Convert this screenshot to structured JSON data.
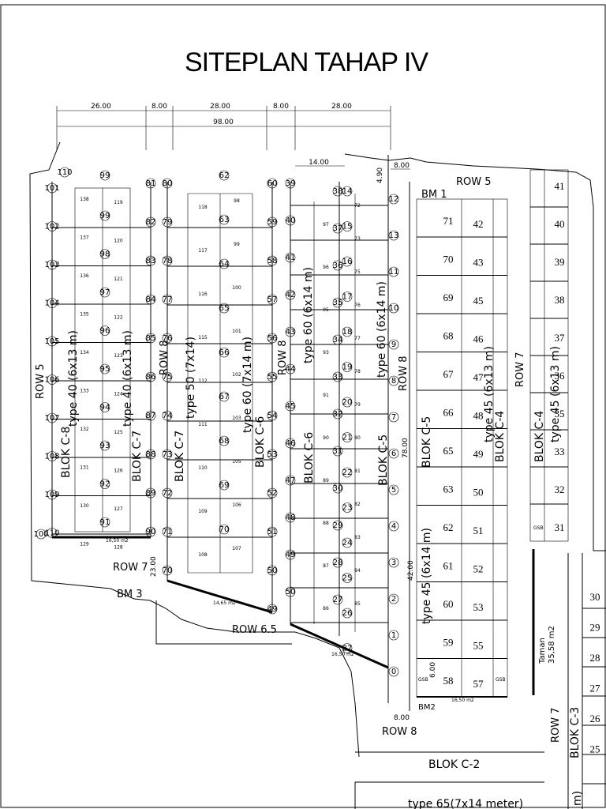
{
  "title": "SITEPLAN TAHAP IV",
  "dimensions": {
    "top": [
      "26.00",
      "8.00",
      "28.00",
      "8.00",
      "28.00"
    ],
    "total": "98.00",
    "d14": "14.00",
    "d490": "4.90",
    "d800a": "8.00",
    "d800b": "8.00",
    "d7800": "78.00",
    "d4200": "42.00",
    "d600": "6.00",
    "d2300": "23.00"
  },
  "labels": {
    "row5_top": "ROW 5",
    "row5_left": "ROW 5",
    "row7_left": "ROW 7",
    "row65": "ROW 6.5",
    "row8_bottom": "ROW 8",
    "row8_a": "ROW 8",
    "row8_b": "ROW 8",
    "row8_c": "ROW 8",
    "row7_right": "ROW 7",
    "row7_far": "ROW 7",
    "bm1": "BM 1",
    "bm2": "BM2",
    "bm3": "BM 3",
    "gsb": "GSB",
    "taman": "Taman",
    "taman_area": "35,58 m2",
    "area1": "16,50 m2",
    "area2": "14,65 m2",
    "area3": "16,50 m2",
    "area4": "16,50 m2"
  },
  "blocks": {
    "c8": "BLOK C-8",
    "c7a": "BLOK C-7",
    "c7b": "BLOK C-7",
    "c6a": "BLOK C-6",
    "c6b": "BLOK C-6",
    "c5a": "BLOK C-5",
    "c5b": "BLOK C-5",
    "c4a": "BLOK C-4",
    "c4b": "BLOK C-4",
    "c3": "BLOK C-3",
    "c2": "BLOK C-2"
  },
  "types": {
    "t40a": "type 40 (6x13 m)",
    "t40b": "type 40 (6x13 m)",
    "t50": "type 50 (7x14)",
    "t60a": "type 60 (7x14 m)",
    "t60b": "type 60 (6x14 m)",
    "t60c": "type 60 (6x14 m)",
    "t45a": "type 45 (6x13 m)",
    "t45b": "type 45 (6x14 m)",
    "t45c": "type 45 (6x13 m)",
    "t65": "type 65(7x14 meter)",
    "t_edge": "m)"
  },
  "lots": {
    "c8_right_a": [
      "138",
      "137",
      "136",
      "135",
      "134",
      "133",
      "132",
      "131",
      "130",
      "129"
    ],
    "c8_right_b": [
      "119",
      "120",
      "121",
      "122",
      "123",
      "124",
      "125",
      "126",
      "127",
      "128"
    ],
    "c7_left": [
      "118",
      "117",
      "116",
      "115",
      "112",
      "111",
      "110",
      "109",
      "108"
    ],
    "c7_right": [
      "98",
      "99",
      "100",
      "101",
      "102",
      "103",
      "105",
      "106",
      "107"
    ],
    "c6_small_a": [
      "97",
      "96",
      "95",
      "93",
      "91",
      "90",
      "89",
      "88",
      "87",
      "86"
    ],
    "c6_small_b": [
      "72",
      "73",
      "75",
      "76",
      "77",
      "78",
      "79",
      "80",
      "81",
      "82",
      "83",
      "84",
      "85"
    ],
    "c5_left": [
      "71",
      "70",
      "69",
      "68",
      "67",
      "66",
      "65",
      "63",
      "62",
      "61",
      "60",
      "59",
      "58"
    ],
    "c5_right": [
      "42",
      "43",
      "45",
      "46",
      "47",
      "48",
      "49",
      "50",
      "51",
      "52",
      "53",
      "55",
      "57"
    ],
    "c4": [
      "41",
      "40",
      "39",
      "38",
      "37",
      "36",
      "35",
      "33",
      "32",
      "31"
    ],
    "c3": [
      "30",
      "29",
      "28",
      "27",
      "26",
      "25"
    ]
  },
  "circles": {
    "col1": [
      "101",
      "102",
      "103",
      "104",
      "105",
      "106",
      "107",
      "108",
      "109",
      "110"
    ],
    "col1_top": "99",
    "col2": [
      "81",
      "82",
      "83",
      "84",
      "85",
      "86",
      "87",
      "88",
      "89",
      "90"
    ],
    "col3": [
      "80",
      "79",
      "78",
      "77",
      "76",
      "75",
      "74",
      "73",
      "72",
      "71",
      "70"
    ],
    "col4": [
      "60",
      "59",
      "58",
      "57",
      "56",
      "55",
      "54",
      "53",
      "52",
      "51",
      "50",
      "49"
    ],
    "col5": [
      "39",
      "40",
      "41",
      "42",
      "43",
      "44",
      "45",
      "46",
      "47",
      "48",
      "49",
      "50"
    ],
    "col6": [
      "14",
      "15",
      "16",
      "17",
      "18",
      "19",
      "20",
      "21",
      "22",
      "23",
      "24",
      "25",
      "26",
      "27"
    ],
    "col7": [
      "12",
      "13",
      "11",
      "10",
      "9",
      "8",
      "7",
      "6",
      "5",
      "4",
      "3",
      "2",
      "1",
      "0"
    ],
    "inner_a": [
      "99",
      "98",
      "97",
      "96",
      "95",
      "94",
      "93",
      "92",
      "91"
    ],
    "inner_b": [
      "62",
      "63",
      "64",
      "65",
      "66",
      "67",
      "68",
      "69",
      "70"
    ],
    "inner_c": [
      "38",
      "37",
      "36",
      "35",
      "34",
      "33",
      "32",
      "31",
      "30",
      "29",
      "28",
      "27"
    ],
    "bottom_a": "100",
    "bottom_b": "110"
  }
}
